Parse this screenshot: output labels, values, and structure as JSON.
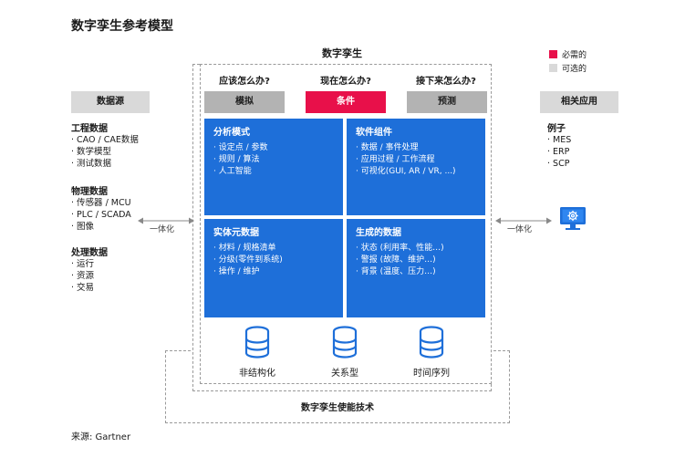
{
  "title": "数字孪生参考模型",
  "legend": {
    "required": {
      "label": "必需的",
      "color": "#e8104a"
    },
    "optional": {
      "label": "可选的",
      "color": "#d9d9d9"
    }
  },
  "digital_twin": {
    "label": "数字孪生",
    "questions": [
      "应该怎么办?",
      "现在怎么办?",
      "接下来怎么办?"
    ],
    "tabs": [
      {
        "label": "模拟",
        "style": "optional"
      },
      {
        "label": "条件",
        "style": "required"
      },
      {
        "label": "预测",
        "style": "optional"
      }
    ],
    "panels": [
      {
        "title": "分析模式",
        "items": [
          "设定点 / 参数",
          "规则 / 算法",
          "人工智能"
        ]
      },
      {
        "title": "软件组件",
        "items": [
          "数据 / 事件处理",
          "应用过程 / 工作流程",
          "可视化(GUI, AR / VR, ...)"
        ]
      },
      {
        "title": "实体元数据",
        "items": [
          "材料 / 规格清单",
          "分级(零件到系统)",
          "操作 / 维护"
        ]
      },
      {
        "title": "生成的数据",
        "items": [
          "状态 (利用率、性能…)",
          "警报 (故障、维护…)",
          "背景 (温度、压力…)"
        ]
      }
    ],
    "databases": [
      "非结构化",
      "关系型",
      "时间序列"
    ]
  },
  "left": {
    "header": "数据源",
    "groups": [
      {
        "title": "工程数据",
        "items": [
          "CAO / CAE数据",
          "数学模型",
          "测试数据"
        ]
      },
      {
        "title": "物理数据",
        "items": [
          "传感器 / MCU",
          "PLC / SCADA",
          "图像"
        ]
      },
      {
        "title": "处理数据",
        "items": [
          "运行",
          "资源",
          "交易"
        ]
      }
    ],
    "connector": "一体化"
  },
  "right": {
    "header": "相关应用",
    "group_title": "例子",
    "items": [
      "MES",
      "ERP",
      "SCP"
    ],
    "connector": "一体化",
    "icon": "monitor-gear-icon"
  },
  "enabling_tech": "数字孪生使能技术",
  "source": "来源: Gartner"
}
